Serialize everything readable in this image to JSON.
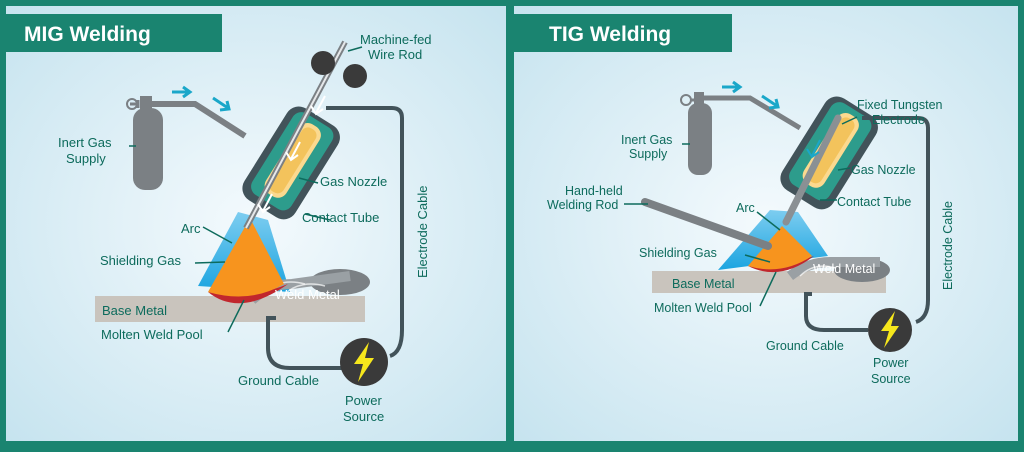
{
  "colors": {
    "border": "#1a8470",
    "title_bg": "#1a8470",
    "label": "#0d6b5c",
    "panel_bg": "#dceef5",
    "gas": "#29aee6",
    "arc": "#f7941e",
    "pool": "#c1272d",
    "nozzle": "#42535a",
    "contact_tube": "#fbd98f",
    "base_metal": "#c9c4bd",
    "weld_metal": "#7b8084",
    "bolt": "#f6e71c",
    "arrow": "#1aa7c9"
  },
  "mig": {
    "title": "MIG Welding",
    "labels": {
      "wire_line1": "Machine-fed",
      "wire_line2": "Wire Rod",
      "gas_line1": "Inert Gas",
      "gas_line2": "Supply",
      "gas_nozzle": "Gas Nozzle",
      "contact_tube": "Contact Tube",
      "arc": "Arc",
      "shielding_gas": "Shielding Gas",
      "base_metal": "Base Metal",
      "weld_metal": "Weld Metal",
      "molten_pool": "Molten Weld Pool",
      "electrode_cable": "Electrode Cable",
      "ground_cable": "Ground Cable",
      "power_line1": "Power",
      "power_line2": "Source"
    }
  },
  "tig": {
    "title": "TIG Welding",
    "labels": {
      "tungsten_line1": "Fixed Tungsten",
      "tungsten_line2": "Electrode",
      "gas_line1": "Inert Gas",
      "gas_line2": "Supply",
      "rod_line1": "Hand-held",
      "rod_line2": "Welding Rod",
      "gas_nozzle": "Gas Nozzle",
      "contact_tube": "Contact Tube",
      "arc": "Arc",
      "shielding_gas": "Shielding Gas",
      "base_metal": "Base Metal",
      "weld_metal": "Weld Metal",
      "molten_pool": "Molten Weld Pool",
      "electrode_cable": "Electrode Cable",
      "ground_cable": "Ground Cable",
      "power_line1": "Power",
      "power_line2": "Source"
    }
  }
}
